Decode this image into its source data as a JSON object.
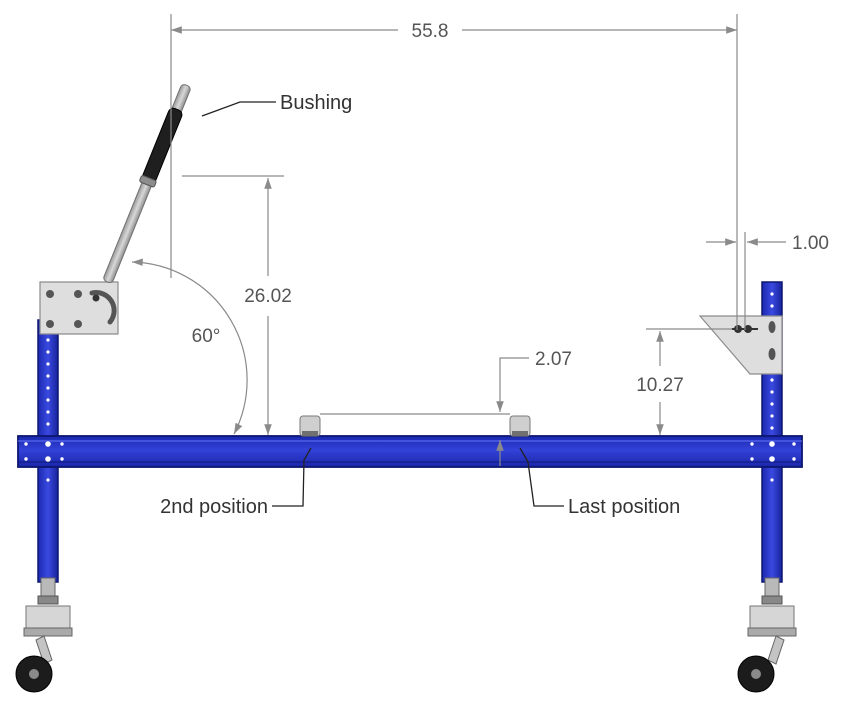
{
  "dimensions": {
    "overall_width": "55.8",
    "handle_height": "26.02",
    "handle_angle": "60°",
    "position_offset": "2.07",
    "bracket_height": "10.27",
    "bracket_offset": "1.00"
  },
  "callouts": {
    "bushing": "Bushing",
    "second_position": "2nd position",
    "last_position": "Last position"
  },
  "colors": {
    "frame_blue": "#2636c8",
    "frame_dark": "#0d1670",
    "plate_gray": "#dedede",
    "dimension_gray": "#8a8a8a"
  }
}
